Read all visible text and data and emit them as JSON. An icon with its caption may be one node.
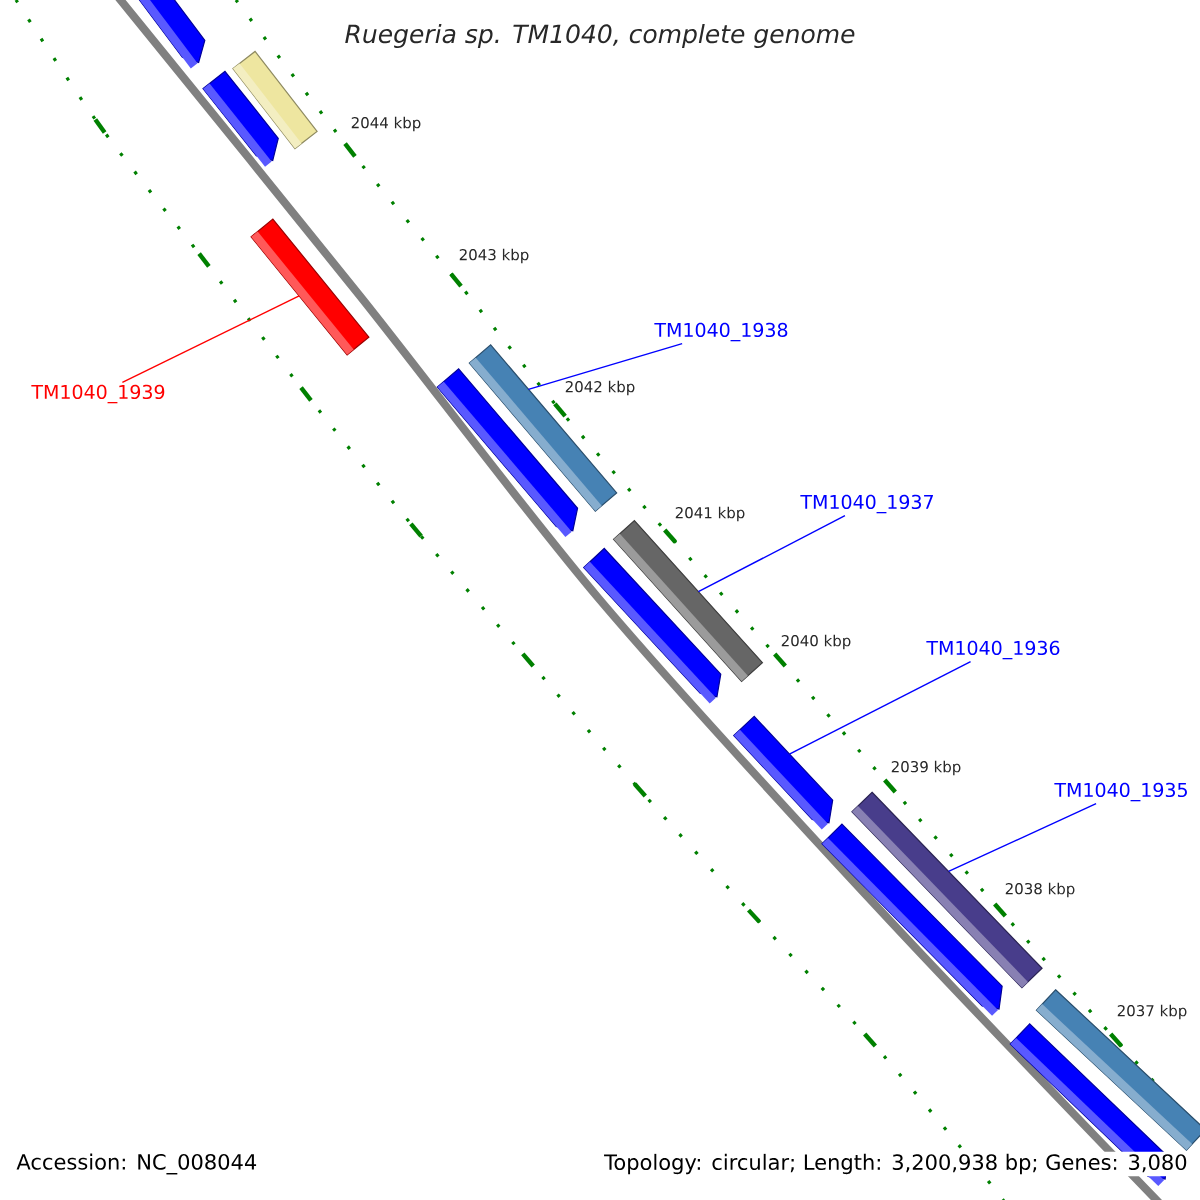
{
  "diagram": {
    "title": "Ruegeria sp. TM1040, complete genome",
    "nodes": [
      {
        "text": [],
        "shape": "pentagon"
      },
      {
        "text": [],
        "shape": "bar"
      },
      {
        "text": [],
        "shape": "pentagon"
      },
      {
        "text": [],
        "shape": "bar"
      },
      {
        "text": [
          "TM1040_1938"
        ]
      },
      {
        "text": [],
        "shape": "bar"
      },
      {
        "text": [],
        "shape": "pentagon"
      },
      {
        "text": [
          "TM1040_1939"
        ]
      },
      {
        "text": [
          "TM1040_1937"
        ]
      },
      {
        "text": [],
        "shape": "bar"
      },
      {
        "text": [],
        "shape": "pentagon"
      },
      {
        "text": [
          "TM1040_1936"
        ]
      },
      {
        "text": [],
        "shape": "pentagon"
      },
      {
        "text": [
          "TM1040_1935"
        ]
      },
      {
        "text": [],
        "shape": "bar"
      },
      {
        "text": [],
        "shape": "pentagon"
      },
      {
        "text": [],
        "shape": "bar"
      },
      {
        "text": [],
        "shape": "pentagon"
      }
    ],
    "edges": [
      {
        "from": 4,
        "to": 5,
        "arrow": "none"
      },
      {
        "from": 7,
        "to": 3,
        "arrow": "none",
        "color": "#ff0000"
      },
      {
        "from": 8,
        "to": 9,
        "arrow": "none"
      },
      {
        "from": 11,
        "to": 12,
        "arrow": "none"
      },
      {
        "from": 13,
        "to": 14,
        "arrow": "none"
      }
    ],
    "labels": [
      "2044 kbp",
      "2043 kbp",
      "2042 kbp",
      "2041 kbp",
      "2040 kbp",
      "2039 kbp",
      "2038 kbp",
      "2037 kbp",
      "Accession: NC_008044",
      "Topology: circular; Length: 3,200,938 bp; Genes: 3,080"
    ]
  }
}
